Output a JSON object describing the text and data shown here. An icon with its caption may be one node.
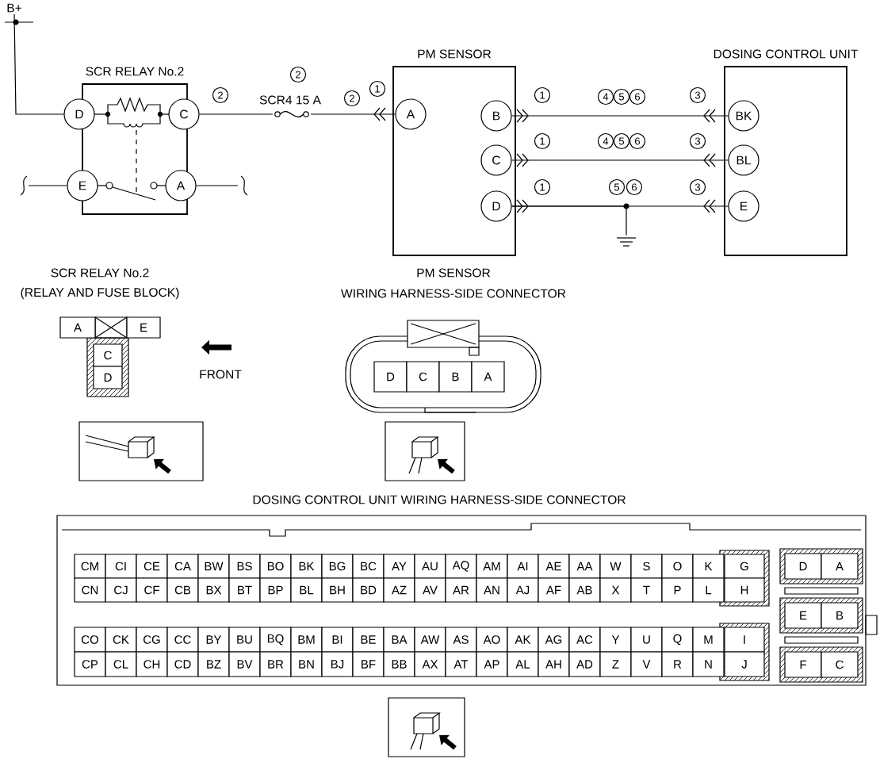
{
  "diagram": {
    "nodes": [
      {
        "text": [
          "SCR RELAY No.2"
        ]
      },
      {
        "text": [
          "D"
        ]
      },
      {
        "text": [
          "C"
        ]
      },
      {
        "text": [
          "E"
        ]
      },
      {
        "text": [
          "A"
        ]
      },
      {
        "text": [
          "PM SENSOR"
        ]
      },
      {
        "text": [
          "A"
        ],
        "in": 5
      },
      {
        "text": [
          "B"
        ],
        "in": 5
      },
      {
        "text": [
          "C"
        ],
        "in": 5
      },
      {
        "text": [
          "D"
        ],
        "in": 5
      },
      {
        "text": [
          "DOSING CONTROL UNIT"
        ]
      },
      {
        "text": [
          "BK"
        ],
        "in": 10
      },
      {
        "text": [
          "BL"
        ],
        "in": 10
      },
      {
        "text": [
          "E"
        ],
        "in": 10
      },
      {
        "text": [
          "B+"
        ]
      },
      {
        "text": [],
        "shape": "ground"
      }
    ],
    "edges": [
      {
        "from": 14,
        "to": 1,
        "arrow": "none"
      },
      {
        "from": 2,
        "to": 6,
        "arrow": "none",
        "label": "SCR4 15 A"
      },
      {
        "from": 7,
        "to": 11,
        "arrow": "none"
      },
      {
        "from": 8,
        "to": 12,
        "arrow": "none"
      },
      {
        "from": 9,
        "to": 13,
        "arrow": "none"
      },
      {
        "from": 9,
        "to": 15,
        "arrow": "none"
      },
      {
        "from": null,
        "to": 3,
        "arrow": "none"
      },
      {
        "from": 4,
        "to": null,
        "arrow": "none"
      }
    ],
    "labels": [
      "2",
      "2",
      "2",
      "1",
      "1",
      "4",
      "5",
      "6",
      "3",
      "1",
      "4",
      "5",
      "6",
      "3",
      "1",
      "5",
      "6",
      "3",
      "SCR RELAY No.2",
      "(RELAY AND FUSE BLOCK)",
      "PM SENSOR",
      "WIRING HARNESS-SIDE CONNECTOR",
      "A",
      "E",
      "C",
      "D",
      "FRONT",
      "D",
      "C",
      "B",
      "A",
      "DOSING CONTROL UNIT WIRING HARNESS-SIDE CONNECTOR",
      "CM",
      "CI",
      "CE",
      "CA",
      "BW",
      "BS",
      "BO",
      "BK",
      "BG",
      "BC",
      "AY",
      "AU",
      "AQ",
      "AM",
      "AI",
      "AE",
      "AA",
      "W",
      "S",
      "O",
      "K",
      "G",
      "D",
      "A",
      "CN",
      "CJ",
      "CF",
      "CB",
      "BX",
      "BT",
      "BP",
      "BL",
      "BH",
      "BD",
      "AZ",
      "AV",
      "AR",
      "AN",
      "AJ",
      "AF",
      "AB",
      "X",
      "T",
      "P",
      "L",
      "H",
      "E",
      "B",
      "CO",
      "CK",
      "CG",
      "CC",
      "BY",
      "BU",
      "BQ",
      "BM",
      "BI",
      "BE",
      "BA",
      "AW",
      "AS",
      "AO",
      "AK",
      "AG",
      "AC",
      "Y",
      "U",
      "Q",
      "M",
      "I",
      "CP",
      "CL",
      "CH",
      "CD",
      "BZ",
      "BV",
      "BR",
      "BN",
      "BJ",
      "BF",
      "BB",
      "AX",
      "AT",
      "AP",
      "AL",
      "AH",
      "AD",
      "Z",
      "V",
      "R",
      "N",
      "J",
      "F",
      "C"
    ]
  }
}
